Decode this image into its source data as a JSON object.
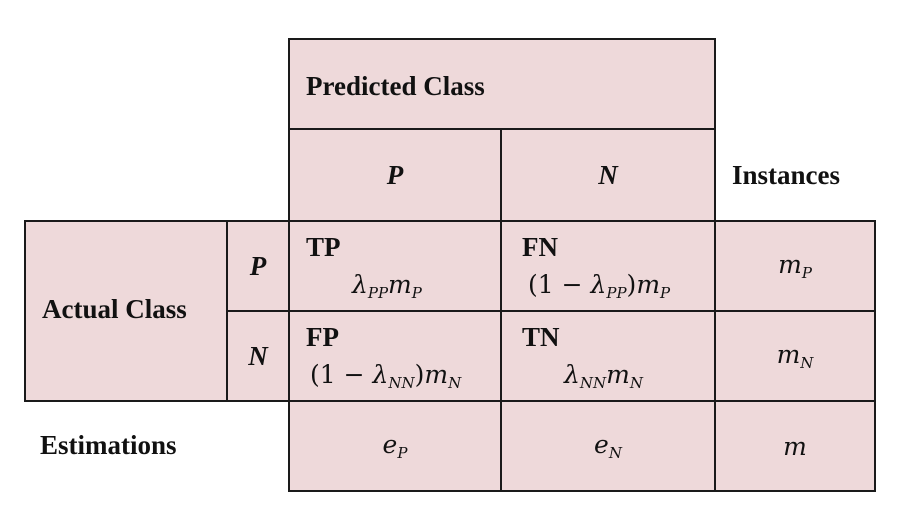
{
  "header": {
    "predicted_class": "Predicted Class",
    "pred_p": "P",
    "pred_n": "N",
    "instances": "Instances"
  },
  "rows": {
    "actual_class": "Actual Class",
    "actual_p": "P",
    "actual_n": "N",
    "estimations": "Estimations"
  },
  "cells": {
    "tp": {
      "label": "TP",
      "base": "λ",
      "sub1": "PP",
      "base2": "m",
      "sub2": "P"
    },
    "fn": {
      "label": "FN",
      "prefix": "(1 − ",
      "base": "λ",
      "sub1": "PP",
      "mid": ")",
      "base2": "m",
      "sub2": "P"
    },
    "fp": {
      "label": "FP",
      "prefix": "(1 − ",
      "base": "λ",
      "sub1": "NN",
      "mid": ")",
      "base2": "m",
      "sub2": "N"
    },
    "tn": {
      "label": "TN",
      "base": "λ",
      "sub1": "NN",
      "base2": "m",
      "sub2": "N"
    }
  },
  "instances": {
    "mp": {
      "base": "m",
      "sub": "P"
    },
    "mn": {
      "base": "m",
      "sub": "N"
    }
  },
  "estimations": {
    "ep": {
      "base": "e",
      "sub": "P"
    },
    "en": {
      "base": "e",
      "sub": "N"
    },
    "m": "m"
  }
}
